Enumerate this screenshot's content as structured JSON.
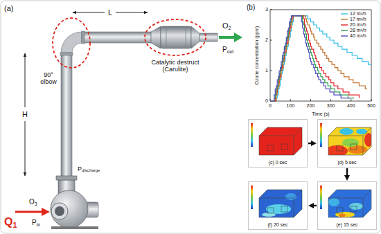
{
  "diagram": {
    "nodes": [
      {
        "text": [
          "(c) 0 sec"
        ]
      },
      {
        "text": [
          "(d) 5 sec"
        ]
      },
      {
        "text": [
          "(f) 20 sec"
        ]
      },
      {
        "text": [
          "(e) 15 sec"
        ]
      }
    ],
    "edges": [
      {
        "from": 0,
        "to": 1,
        "arrow": "to"
      },
      {
        "from": 1,
        "to": 3,
        "arrow": "to"
      },
      {
        "from": 3,
        "to": 2,
        "arrow": "to"
      }
    ],
    "labels": [
      "(a)",
      "L",
      "O2",
      "Pout",
      "Catalytic destruct (Carulite)",
      "90° elbow",
      "H",
      "Pdischarge",
      "O3",
      "Q1",
      "Pin",
      "(b)",
      "Ozone concentration (ppm)",
      "Time (s)",
      "0",
      "1",
      "2",
      "3",
      "0",
      "100",
      "200",
      "300",
      "400",
      "500"
    ],
    "legend": [
      {
        "text": "12 m³/h"
      },
      {
        "text": "17 m³/h"
      },
      {
        "text": "20 m³/h"
      },
      {
        "text": "28 m³/h"
      },
      {
        "text": "40 m³/h"
      }
    ]
  }
}
